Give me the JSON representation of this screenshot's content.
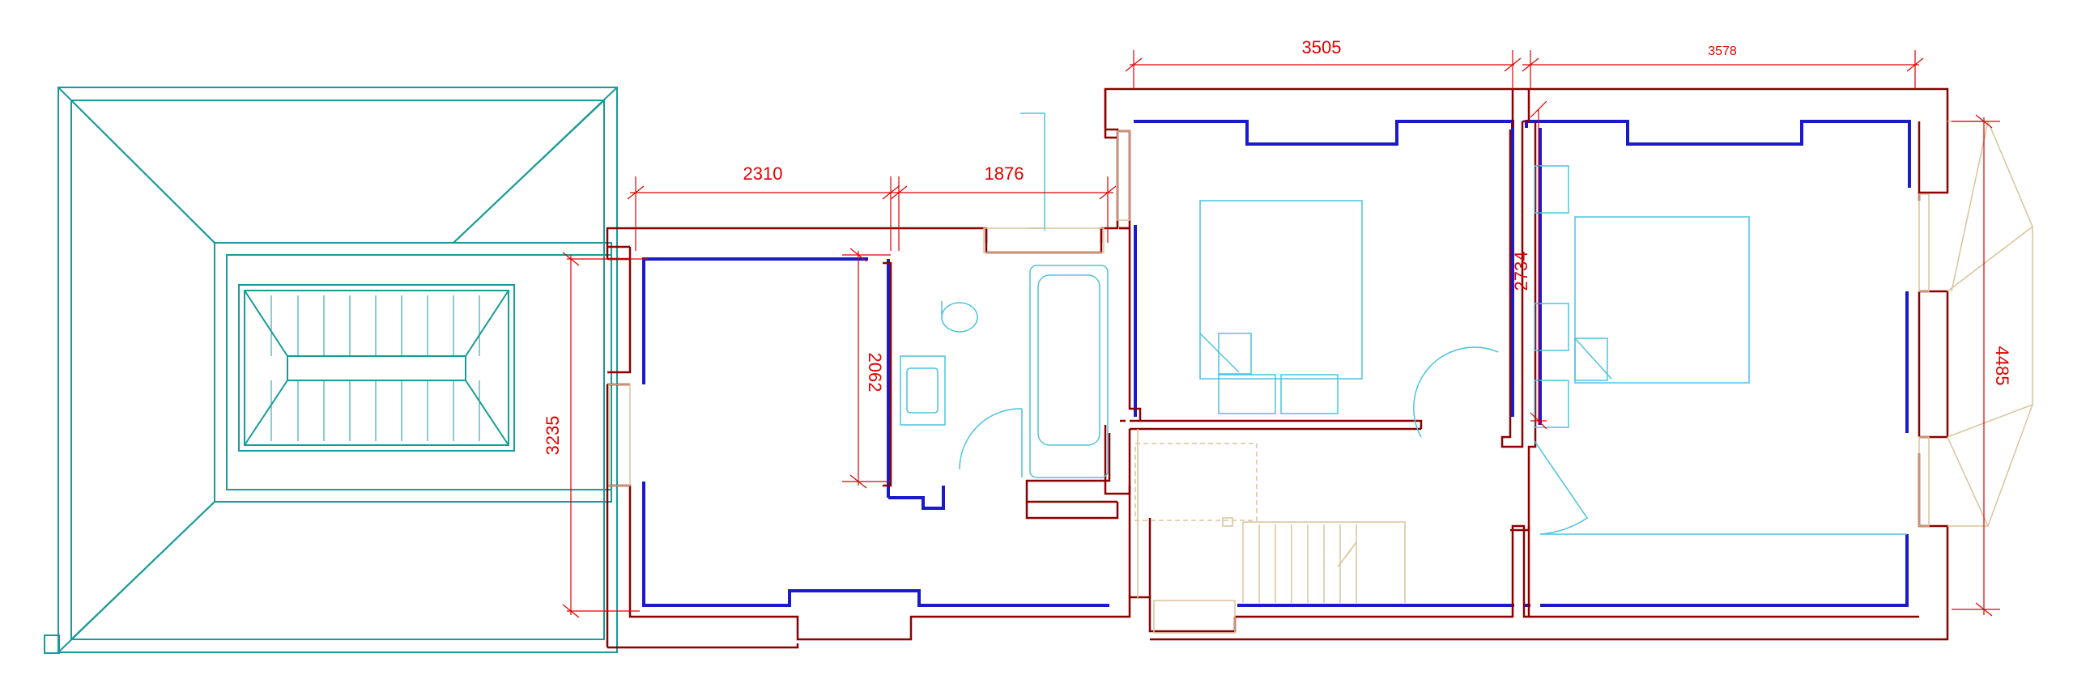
{
  "dimensions": {
    "d3505": "3505",
    "d3578": "3578",
    "d2310": "2310",
    "d1876": "1876",
    "d3235": "3235",
    "d2062": "2062",
    "d2734": "2734",
    "d4485": "4485"
  },
  "colors": {
    "outer_wall": "#8b0000",
    "inner_wall": "#1a1acc",
    "roof": "#1a9a9a",
    "fixtures": "#4cc3e0",
    "stairs": "#d9c49a",
    "dimension": "#e00000"
  }
}
